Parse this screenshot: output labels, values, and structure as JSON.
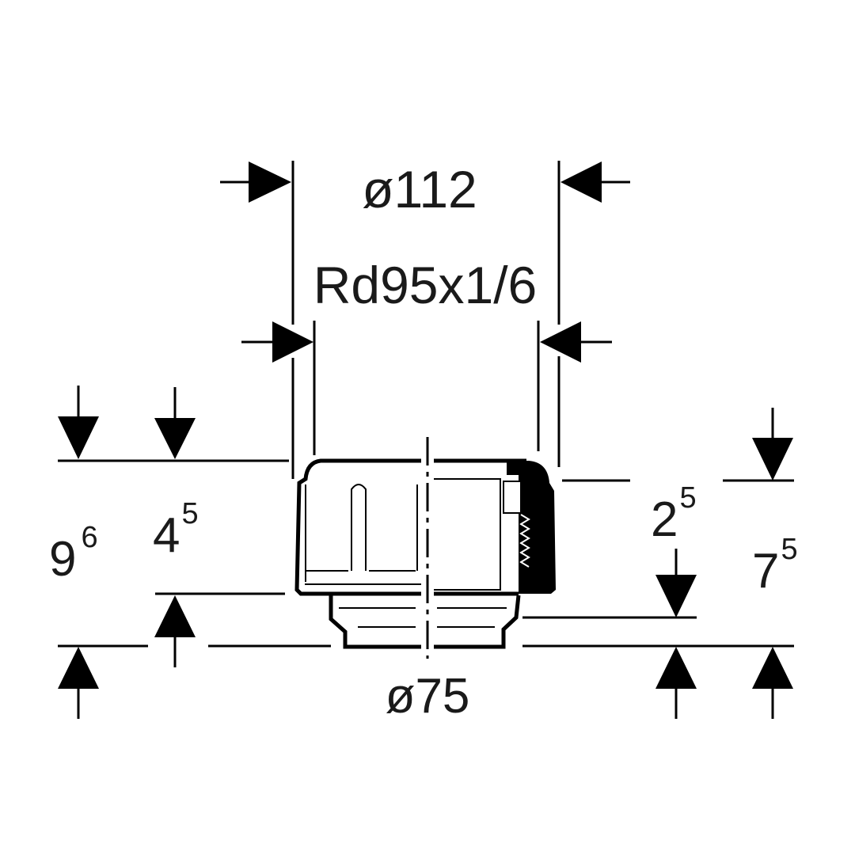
{
  "drawing": {
    "dimensions": {
      "outer_diameter": "ø112",
      "thread": "Rd95x1/6",
      "pipe_diameter": "ø75",
      "total_height": {
        "base": "9",
        "sup": "6"
      },
      "body_height": {
        "base": "4",
        "sup": "5"
      },
      "nut_offset": {
        "base": "2",
        "sup": "5"
      },
      "right_height": {
        "base": "7",
        "sup": "5"
      }
    },
    "colors": {
      "line": "#000000",
      "text": "#1a1a1a",
      "background": "#ffffff"
    }
  }
}
